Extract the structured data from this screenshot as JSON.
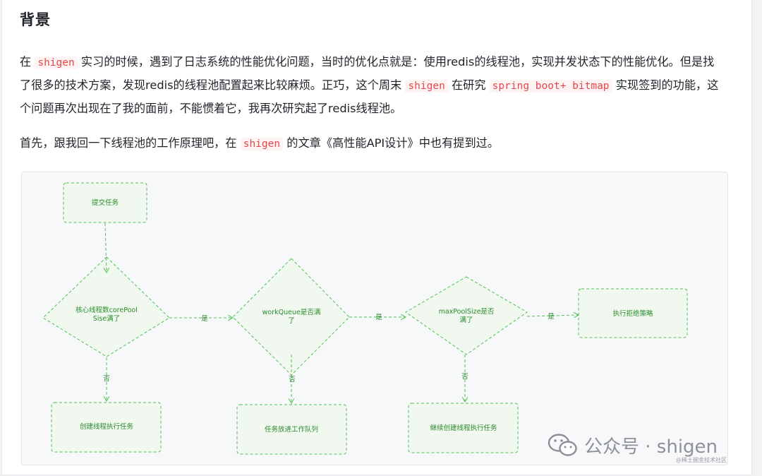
{
  "heading": "背景",
  "para1": {
    "t1": "在 ",
    "code1": "shigen",
    "t2": " 实习的时候，遇到了日志系统的性能优化问题，当时的优化点就是：使用redis的线程池，实现并发状态下的性能优化。但是找了很多的技术方案，发现redis的线程池配置起来比较麻烦。正巧，这个周末 ",
    "code2": "shigen",
    "t3": " 在研究 ",
    "code3": "spring boot+ bitmap",
    "t4": " 实现签到的功能，这个问题再次出现在了我的面前，不能惯着它，我再次研究起了redis线程池。"
  },
  "para2": {
    "t1": "首先，跟我回一下线程池的工作原理吧，在 ",
    "code1": "shigen",
    "t2": " 的文章《高性能API设计》中也有提到过。"
  },
  "flow": {
    "start": "提交任务",
    "d1_line1": "核心线程数corePool",
    "d1_line2": "Sise满了",
    "d2_line1": "workQueue是否满",
    "d2_line2": "了",
    "d3_line1": "maxPoolSize是否",
    "d3_line2": "满了",
    "reject": "执行拒绝策略",
    "create_core": "创建线程执行任务",
    "to_queue": "任务放进工作队列",
    "create_more": "继续创建线程执行任务",
    "yes": "是",
    "no": "否"
  },
  "colors": {
    "node_stroke": "#52c052",
    "node_fill": "#f0f8f0",
    "text_green": "#2b8a2b",
    "code_red": "#e8464a"
  },
  "watermark": {
    "icon": "wechat-icon",
    "label": "公众号 · shigen",
    "sub": "@稀土掘金技术社区"
  }
}
